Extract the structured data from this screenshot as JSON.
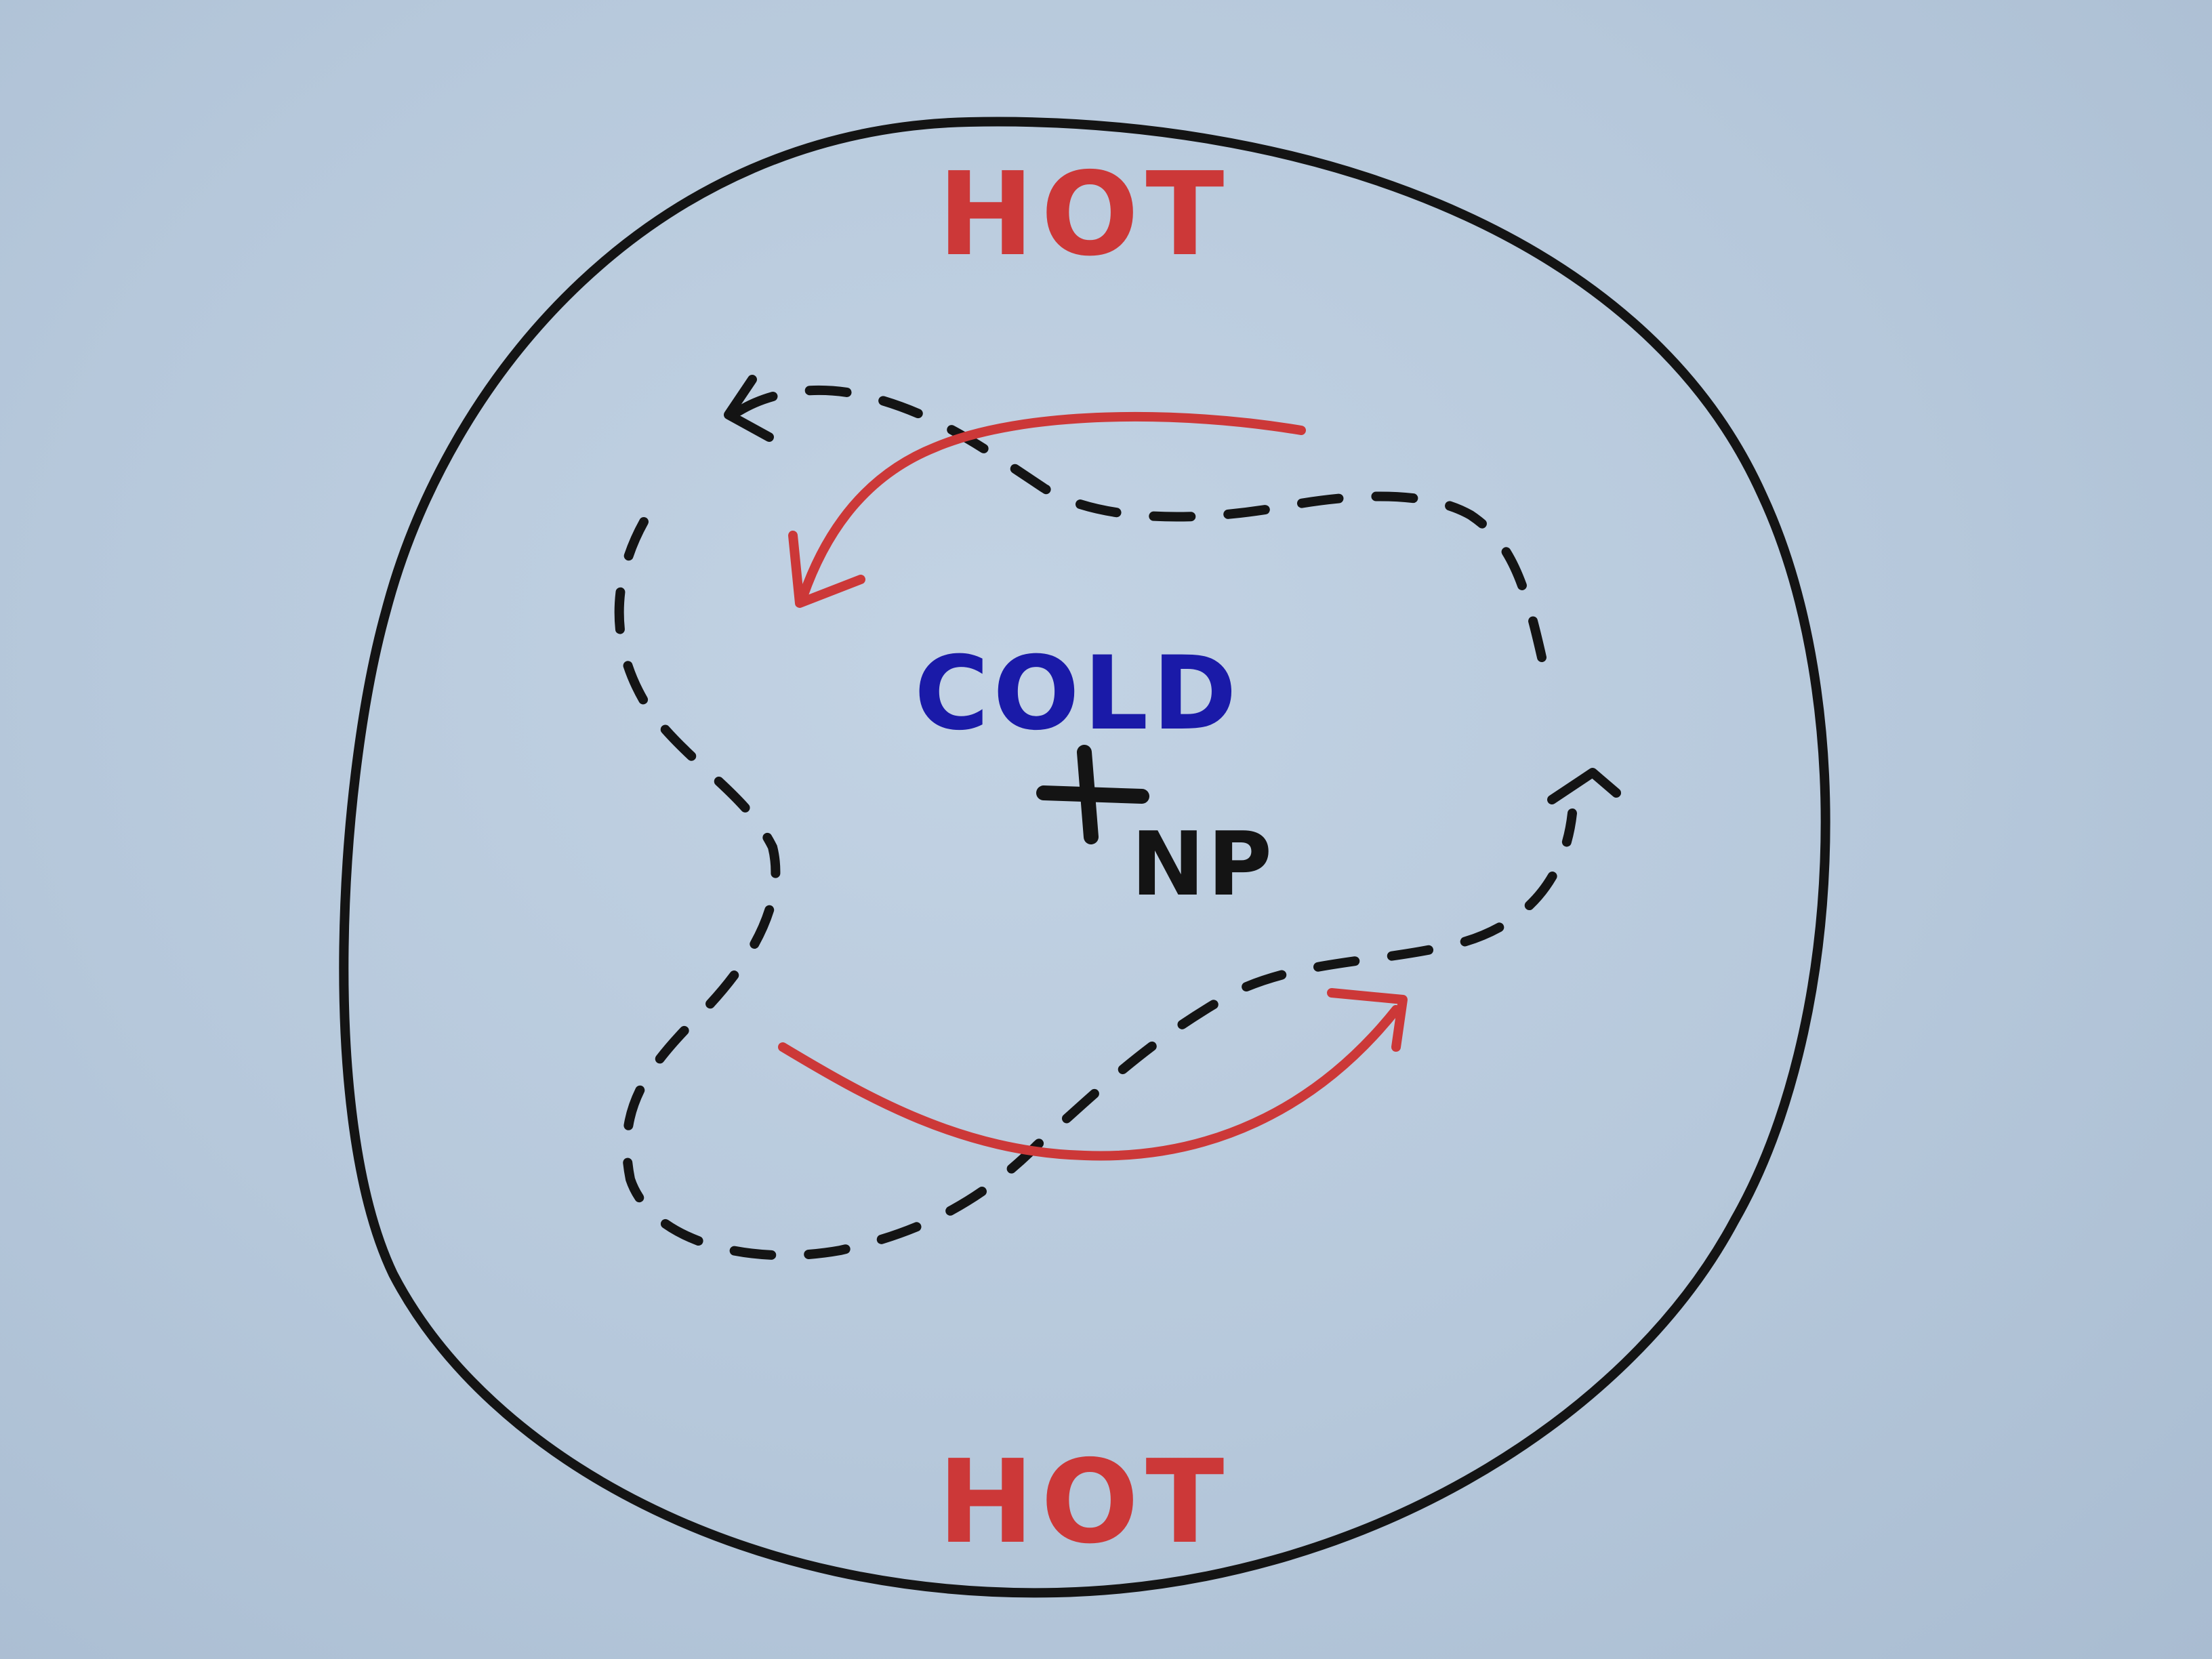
{
  "labels": {
    "hot_top": "HOT",
    "hot_bottom": "HOT",
    "cold": "COLD",
    "pole_mark": "+",
    "pole_label": "NP"
  },
  "colors": {
    "ink_black": "#141414",
    "ink_red": "#cc3838",
    "ink_blue": "#1a1aa8",
    "paper": "#b8cadd"
  }
}
